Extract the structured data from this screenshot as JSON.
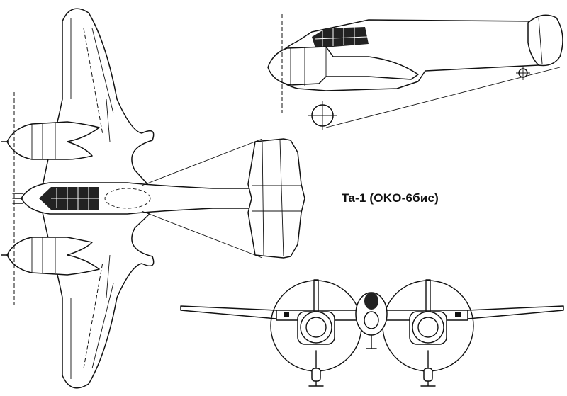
{
  "drawing": {
    "caption": "Ta-1 (OKO-6бис)",
    "views": [
      "side-view",
      "top-view",
      "front-view"
    ]
  }
}
